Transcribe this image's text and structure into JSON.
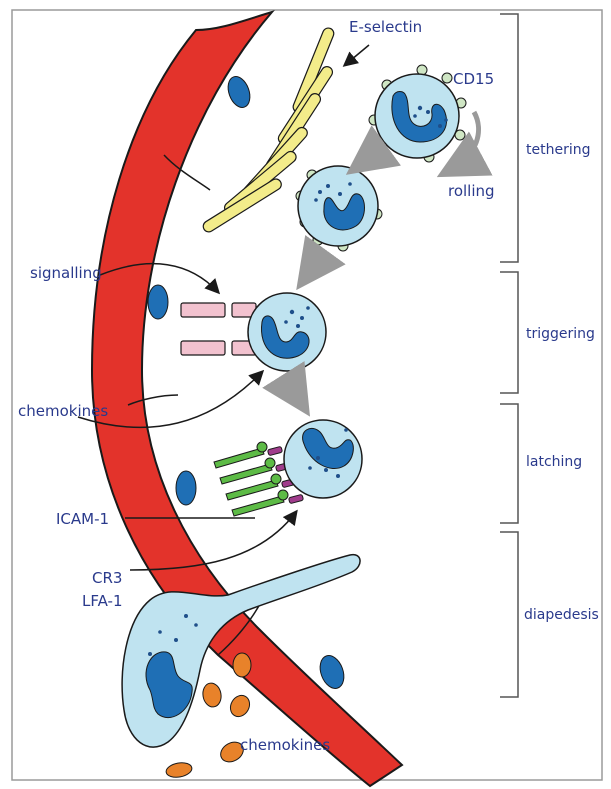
{
  "labels": {
    "e_selectin": "E-selectin",
    "cd15": "CD15",
    "rolling": "rolling",
    "signalling": "signalling",
    "chemokines_top": "chemokines",
    "icam1": "ICAM-1",
    "cr3": "CR3",
    "lfa1": "LFA-1",
    "chemokines_bottom": "chemokines"
  },
  "stages": [
    {
      "label": "tethering"
    },
    {
      "label": "triggering"
    },
    {
      "label": "latching"
    },
    {
      "label": "diapedesis"
    }
  ],
  "colors": {
    "vessel": "#e3332b",
    "vessel_outline": "#1a1a1a",
    "nucleus": "#1f6fb5",
    "leukocyte": "#bfe3f0",
    "selectin": "#f3ec8a",
    "receptor_pink": "#f2c2cf",
    "integrin_green": "#5dbb46",
    "integrin_purple": "#a03c8c",
    "chemokine": "#e8822a",
    "text": "#2a3a8c",
    "arrow_grey": "#999999"
  }
}
